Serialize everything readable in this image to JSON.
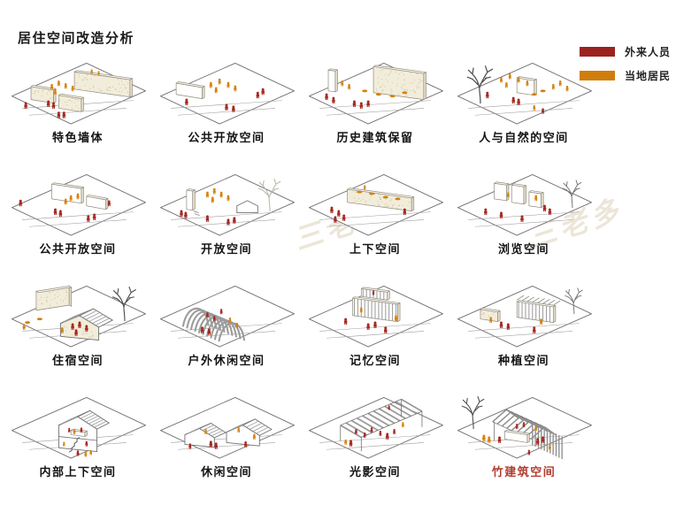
{
  "page": {
    "title": "居住空间改造分析"
  },
  "legend": {
    "items": [
      {
        "label": "外来人员",
        "color": "#9b231f"
      },
      {
        "label": "当地居民",
        "color": "#d07d0e"
      }
    ]
  },
  "palette": {
    "visitor": "#a5281f",
    "local": "#d4820f",
    "outline": "#6f6f6f",
    "wall": "#f2edda",
    "highlight_label": "#b23c2e"
  },
  "watermark": {
    "text": "三老多"
  },
  "grid": {
    "cells": [
      {
        "label": "特色墙体",
        "scene": "feature-walls"
      },
      {
        "label": "公共开放空间",
        "scene": "public-open-a"
      },
      {
        "label": "历史建筑保留",
        "scene": "history-preserve"
      },
      {
        "label": "人与自然的空间",
        "scene": "nature-space"
      },
      {
        "label": "公共开放空间",
        "scene": "public-open-b"
      },
      {
        "label": "开放空间",
        "scene": "open-space"
      },
      {
        "label": "上下空间",
        "scene": "updown-space"
      },
      {
        "label": "浏览空间",
        "scene": "browse-space"
      },
      {
        "label": "住宿空间",
        "scene": "lodging-space"
      },
      {
        "label": "户外休闲空间",
        "scene": "outdoor-leisure"
      },
      {
        "label": "记忆空间",
        "scene": "memory-space"
      },
      {
        "label": "种植空间",
        "scene": "planting-space"
      },
      {
        "label": "内部上下空间",
        "scene": "interior-updown"
      },
      {
        "label": "休闲空间",
        "scene": "leisure-space"
      },
      {
        "label": "光影空间",
        "scene": "light-shadow"
      },
      {
        "label": "竹建筑空间",
        "scene": "bamboo-space",
        "label_color": "#b23c2e"
      }
    ]
  }
}
